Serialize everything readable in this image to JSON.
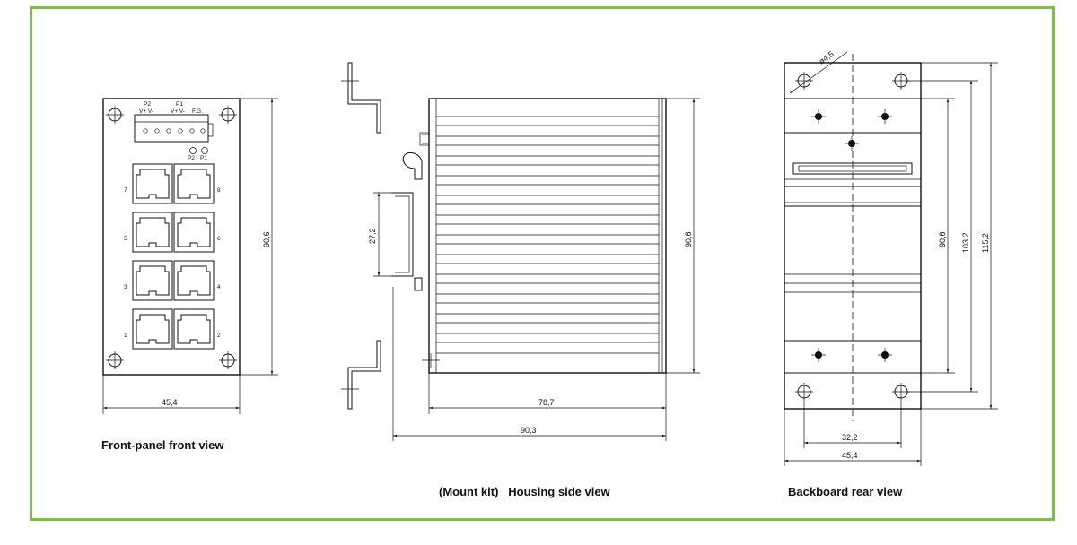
{
  "captions": {
    "front": "Front-panel front view",
    "side": "(Mount kit)   Housing side view",
    "rear": "Backboard rear view"
  },
  "front_panel": {
    "connector_labels": {
      "p2": "P2",
      "p1": "P1",
      "fg": "F.G.",
      "pins_p2": "V+  V-",
      "pins_p1": "V+  V-"
    },
    "led_labels": [
      "P2",
      "P1"
    ],
    "port_numbers": [
      "7",
      "8",
      "5",
      "6",
      "3",
      "4",
      "1",
      "2"
    ],
    "dim_width": "45,4",
    "dim_height": "90,6"
  },
  "side_view": {
    "dim_rail": "27,2",
    "dim_height": "90,6",
    "dim_body": "78,7",
    "dim_total": "90,3"
  },
  "rear_view": {
    "dim_hole": "ø4,5",
    "dim_h1": "90,6",
    "dim_h2": "103,2",
    "dim_h3": "115,2",
    "dim_hole_spacing": "32,2",
    "dim_width": "45,4"
  },
  "colors": {
    "frame_border": "#7ac143",
    "line": "#111111"
  }
}
